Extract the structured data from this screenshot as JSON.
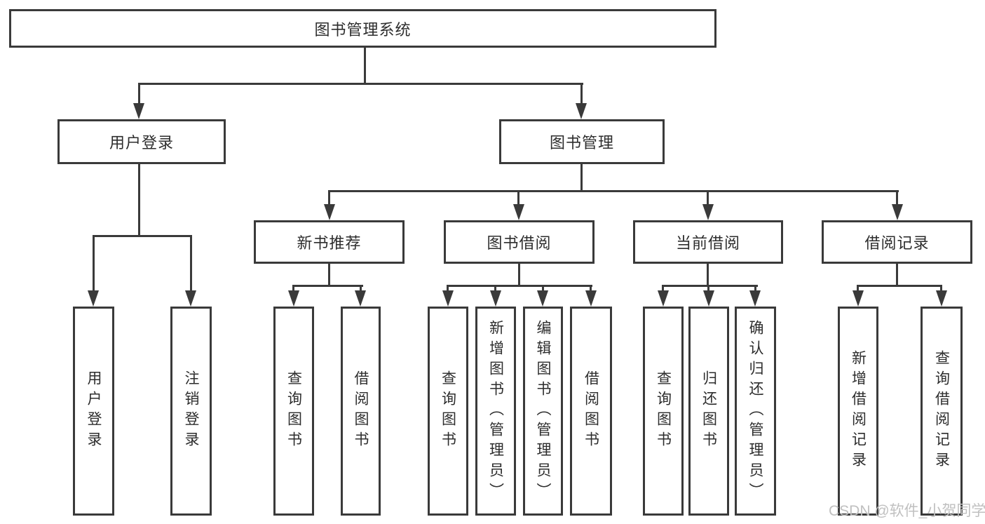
{
  "tree": {
    "root": {
      "label": "图书管理系统"
    },
    "branches": [
      {
        "label": "用户登录",
        "children": [
          {
            "label": "用户登录"
          },
          {
            "label": "注销登录"
          }
        ]
      },
      {
        "label": "图书管理",
        "children": [
          {
            "label": "新书推荐",
            "children": [
              {
                "label": "查询图书"
              },
              {
                "label": "借阅图书"
              }
            ]
          },
          {
            "label": "图书借阅",
            "children": [
              {
                "label": "查询图书"
              },
              {
                "label": "新增图书（管理员）"
              },
              {
                "label": "编辑图书（管理员）"
              },
              {
                "label": "借阅图书"
              }
            ]
          },
          {
            "label": "当前借阅",
            "children": [
              {
                "label": "查询图书"
              },
              {
                "label": "归还图书"
              },
              {
                "label": "确认归还（管理员）"
              }
            ]
          },
          {
            "label": "借阅记录",
            "children": [
              {
                "label": "新增借阅记录"
              },
              {
                "label": "查询借阅记录"
              }
            ]
          }
        ]
      }
    ]
  },
  "watermark": {
    "text": "CSDN @软件_小贺同学"
  },
  "colors": {
    "line": "#3a3a3a",
    "text": "#2d2d2d",
    "watermark": "#c0c0c0",
    "background": "#ffffff"
  }
}
